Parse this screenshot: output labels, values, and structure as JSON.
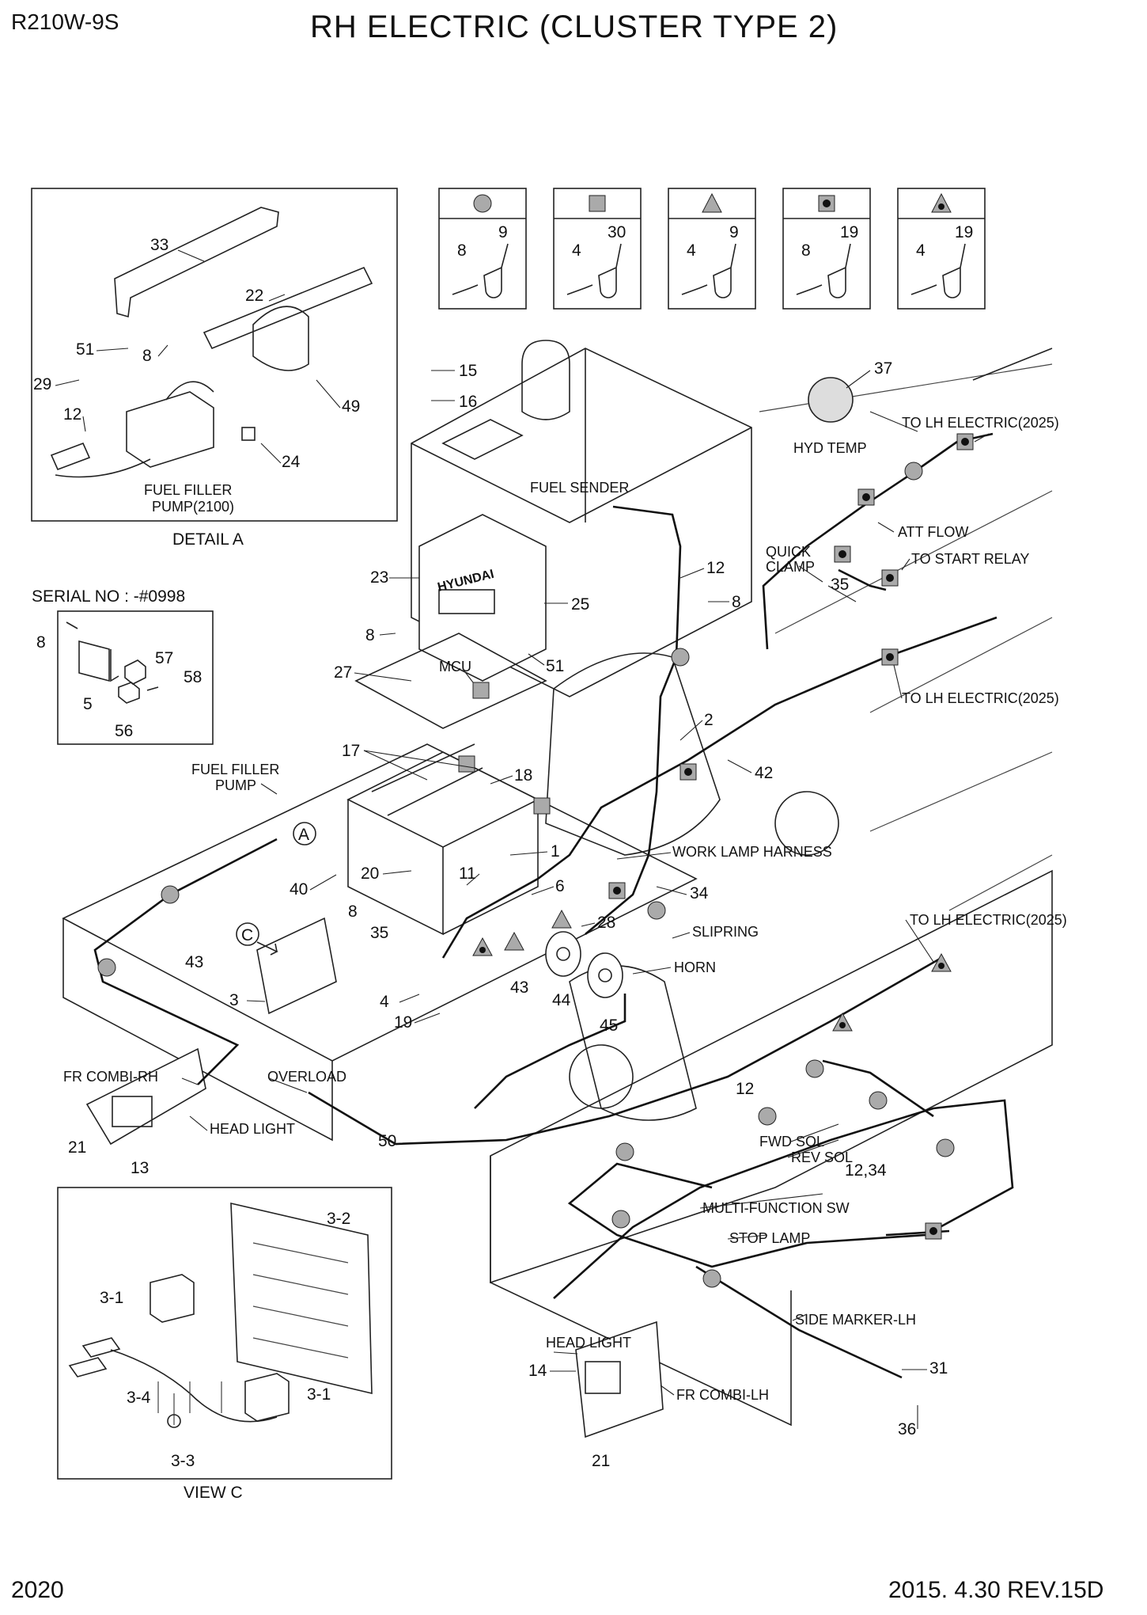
{
  "header": {
    "model": "R210W-9S",
    "title": "RH ELECTRIC (CLUSTER TYPE 2)"
  },
  "footer": {
    "page_number": "2020",
    "date_rev": "2015. 4.30  REV.15D"
  },
  "legend": [
    {
      "symbol": "circle",
      "left": "8",
      "right": "9"
    },
    {
      "symbol": "square",
      "left": "4",
      "right": "30"
    },
    {
      "symbol": "triangle",
      "left": "4",
      "right": "9"
    },
    {
      "symbol": "dot-square",
      "left": "8",
      "right": "19"
    },
    {
      "symbol": "dot-triangle",
      "left": "4",
      "right": "19"
    }
  ],
  "detail_a": {
    "caption": "DETAIL  A",
    "pump_label_1": "FUEL FILLER",
    "pump_label_2": "PUMP(2100)",
    "parts": [
      "33",
      "22",
      "51",
      "8",
      "29",
      "12",
      "49",
      "24"
    ]
  },
  "serial_box": {
    "caption": "SERIAL NO : -#0998",
    "parts": [
      "8",
      "57",
      "58",
      "5",
      "56"
    ]
  },
  "view_c": {
    "caption": "VIEW C",
    "parts": [
      "3-2",
      "3-1",
      "3-4",
      "3-1",
      "3-3"
    ]
  },
  "labels": {
    "fuel_sender": "FUEL SENDER",
    "hyd_temp": "HYD TEMP",
    "to_lh_1": "TO LH ELECTRIC(2025)",
    "att_flow": "ATT FLOW",
    "quick": "QUICK",
    "clamp": "CLAMP",
    "start_relay": "TO START RELAY",
    "to_lh_2": "TO LH ELECTRIC(2025)",
    "mcu": "MCU",
    "fuel_filler_1": "FUEL FILLER",
    "fuel_filler_2": "PUMP",
    "work_lamp": "WORK LAMP HARNESS",
    "slipring": "SLIPRING",
    "horn": "HORN",
    "to_lh_3": "TO LH ELECTRIC(2025)",
    "fr_combi_rh": "FR COMBI-RH",
    "overload": "OVERLOAD",
    "head_light_rh": "HEAD LIGHT",
    "fwd_sol": "FWD SOL",
    "rev_sol": "REV SOL",
    "multi_sw": "MULTI-FUNCTION SW",
    "stop_lamp": "STOP LAMP",
    "side_marker": "SIDE MARKER-LH",
    "head_light_lh": "HEAD LIGHT",
    "fr_combi_lh": "FR COMBI-LH",
    "hyundai": "HYUNDAI",
    "callout_a": "A",
    "callout_c": "C"
  },
  "part_numbers": {
    "p15": "15",
    "p16": "16",
    "p37": "37",
    "p23": "23",
    "p25": "25",
    "p12a": "12",
    "p8a": "8",
    "p35a": "35",
    "p8b": "8",
    "p51": "51",
    "p27": "27",
    "p17": "17",
    "p18": "18",
    "p2": "2",
    "p42": "42",
    "p1": "1",
    "p20": "20",
    "p11": "11",
    "p6": "6",
    "p34": "34",
    "p28": "28",
    "p40": "40",
    "p8c": "8",
    "p35b": "35",
    "p43a": "43",
    "p43b": "43",
    "p44": "44",
    "p45": "45",
    "p3": "3",
    "p4": "4",
    "p19": "19",
    "p21a": "21",
    "p13": "13",
    "p50": "50",
    "p12b": "12",
    "p1234": "12,34",
    "p14": "14",
    "p21b": "21",
    "p31": "31",
    "p36": "36"
  }
}
